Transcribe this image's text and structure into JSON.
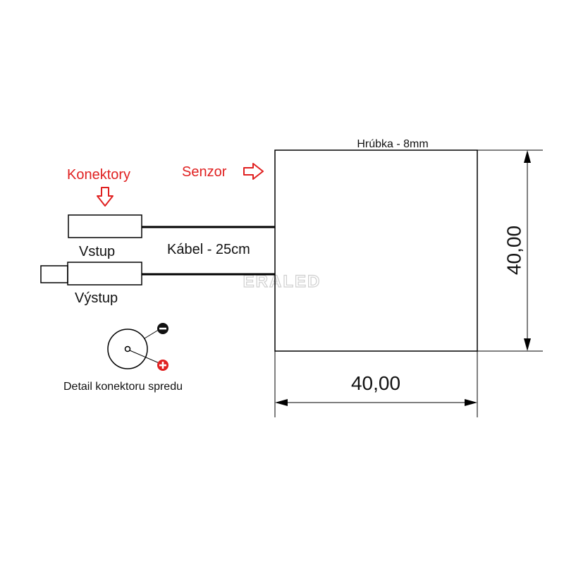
{
  "labels": {
    "konektory": "Konektory",
    "senzor": "Senzor",
    "vstup": "Vstup",
    "vystup": "Výstup",
    "kabel": "Kábel - 25cm",
    "hrubka": "Hrúbka - 8mm",
    "detail": "Detail konektoru spredu",
    "width_dim": "40,00",
    "height_dim": "40,00",
    "watermark": "ERALED"
  },
  "icons": {
    "minus": "minus-sign-icon",
    "plus": "plus-sign-icon",
    "arrow_down": "arrow-down-outline-icon",
    "arrow_right": "arrow-right-outline-icon"
  },
  "colors": {
    "accent_red": "#e02020",
    "line": "#000000"
  }
}
